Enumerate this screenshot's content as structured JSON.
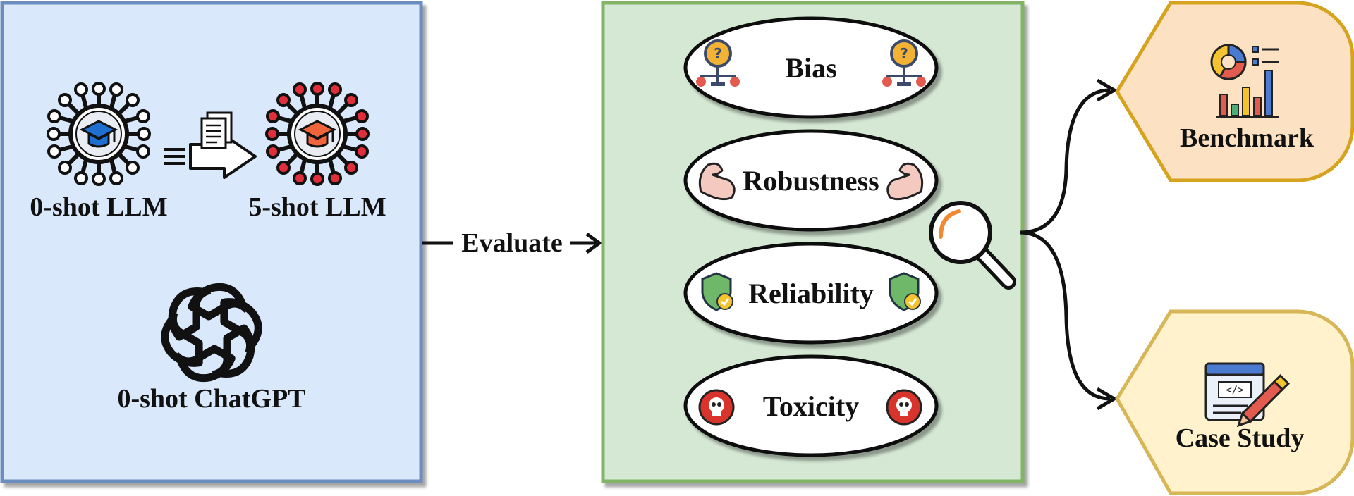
{
  "models_panel": {
    "zero_shot_llm": "0-shot LLM",
    "five_shot_llm": "5-shot LLM",
    "zero_shot_chatgpt": "0-shot ChatGPT"
  },
  "evaluate_label": "Evaluate",
  "criteria": [
    {
      "label": "Bias",
      "icon": "scale-question-icon"
    },
    {
      "label": "Robustness",
      "icon": "flexed-arm-icon"
    },
    {
      "label": "Reliability",
      "icon": "shield-check-icon"
    },
    {
      "label": "Toxicity",
      "icon": "skull-icon"
    }
  ],
  "outputs": {
    "benchmark": "Benchmark",
    "case_study": "Case Study"
  },
  "colors": {
    "models_fill": "#dae8fc",
    "models_stroke": "#6c8ebf",
    "criteria_fill": "#d5e8d4",
    "criteria_stroke": "#82b366",
    "benchmark_fill": "#fce1c3",
    "benchmark_stroke": "#d6a31f",
    "case_fill": "#fff2cc",
    "case_stroke": "#d6b656"
  }
}
